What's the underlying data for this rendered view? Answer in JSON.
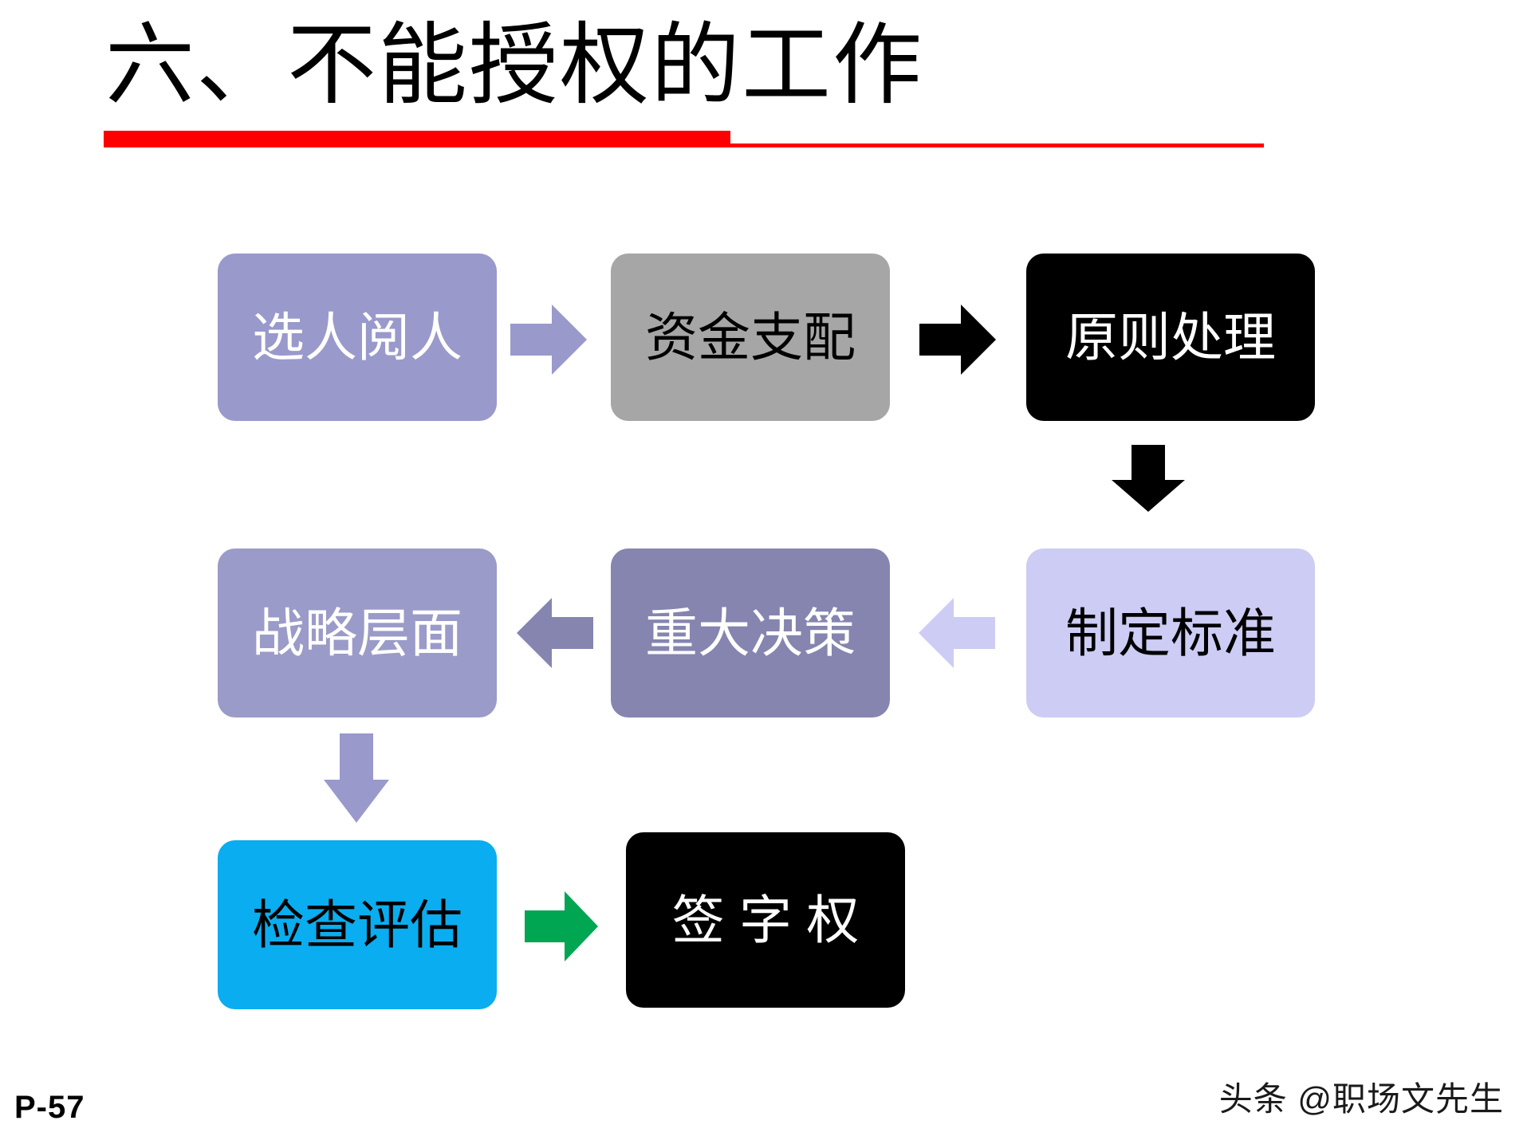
{
  "slide": {
    "title": "六、不能授权的工作",
    "page_number": "P-57",
    "watermark": "头条 @职场文先生",
    "accent_rule_color": "#ff0000"
  },
  "diagram": {
    "nodes": [
      {
        "id": "node-1",
        "label": "选人阅人",
        "fill": "#9999cc",
        "text_color": "#ffffff"
      },
      {
        "id": "node-2",
        "label": "资金支配",
        "fill": "#a6a6a6",
        "text_color": "#000000"
      },
      {
        "id": "node-3",
        "label": "原则处理",
        "fill": "#000000",
        "text_color": "#ffffff"
      },
      {
        "id": "node-4",
        "label": "制定标准",
        "fill": "#ccccf5",
        "text_color": "#000000"
      },
      {
        "id": "node-5",
        "label": "重大决策",
        "fill": "#8585b0",
        "text_color": "#ffffff"
      },
      {
        "id": "node-6",
        "label": "战略层面",
        "fill": "#9b9bc9",
        "text_color": "#ffffff"
      },
      {
        "id": "node-7",
        "label": "检查评估",
        "fill": "#0aadef",
        "text_color": "#000000"
      },
      {
        "id": "node-8",
        "label": "签 字 权",
        "fill": "#000000",
        "text_color": "#ffffff"
      }
    ],
    "connectors": [
      {
        "id": "arrow-1",
        "from": "选人阅人",
        "to": "资金支配",
        "direction": "right",
        "color": "#9999cc"
      },
      {
        "id": "arrow-2",
        "from": "资金支配",
        "to": "原则处理",
        "direction": "right",
        "color": "#000000"
      },
      {
        "id": "arrow-3",
        "from": "原则处理",
        "to": "制定标准",
        "direction": "down",
        "color": "#000000"
      },
      {
        "id": "arrow-4",
        "from": "制定标准",
        "to": "重大决策",
        "direction": "left",
        "color": "#ccccf5"
      },
      {
        "id": "arrow-5",
        "from": "重大决策",
        "to": "战略层面",
        "direction": "left",
        "color": "#8585b0"
      },
      {
        "id": "arrow-6",
        "from": "战略层面",
        "to": "检查评估",
        "direction": "down",
        "color": "#9999cc"
      },
      {
        "id": "arrow-7",
        "from": "检查评估",
        "to": "签 字 权",
        "direction": "right",
        "color": "#00a651"
      }
    ]
  }
}
